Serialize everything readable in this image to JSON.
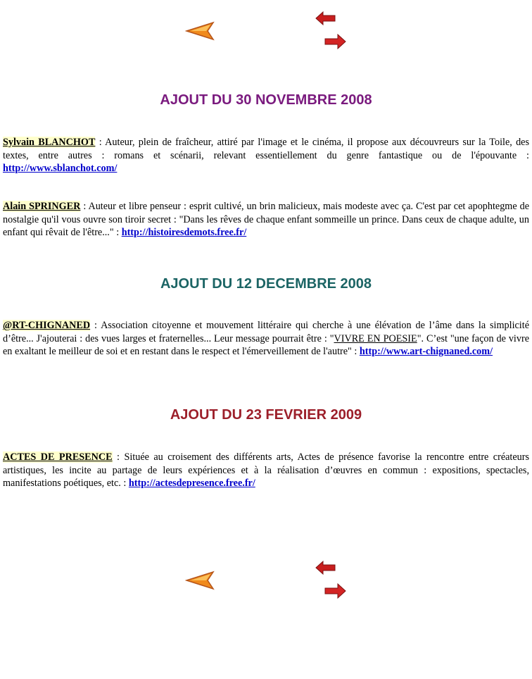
{
  "colors": {
    "heading_1": "#7a1a7e",
    "heading_2": "#1b6464",
    "heading_3": "#9c1f2a",
    "link": "#0000cc",
    "arrow_fill": "#e8741a",
    "arrow_dark": "#c81e1e"
  },
  "nav": {
    "icons": [
      "back-arrow-icon",
      "previous-arrow-icon",
      "next-arrow-icon"
    ]
  },
  "sections": [
    {
      "heading": "AJOUT DU 30 NOVEMBRE 2008",
      "entries": [
        {
          "name": "Sylvain BLANCHOT",
          "text": " : Auteur, plein de fraîcheur, attiré par l'image et le cinéma, il propose aux découvreurs sur la Toile, des textes, entre autres : romans et scénarii, relevant essentiellement du genre fantastique ou de l'épouvante :",
          "link": "http://www.sblanchot.com/"
        },
        {
          "name": "Alain SPRINGER",
          "text": " : Auteur et libre penseur : esprit cultivé, un brin malicieux, mais modeste avec ça. C'est par cet apophtegme de nostalgie qu'il vous ouvre son tiroir secret : \"Dans les rêves de chaque enfant sommeille un prince. Dans ceux de chaque adulte, un enfant qui rêvait de l'être...\" :",
          "link": "http://histoiresdemots.free.fr/"
        }
      ]
    },
    {
      "heading": "AJOUT DU 12 DECEMBRE 2008",
      "entries": [
        {
          "name": "@RT-CHIGNANED",
          "text_before": "  : Association citoyenne et mouvement littéraire qui cherche à une élévation  de l’âme dans la simplicité d’être... J'ajouterai : des vues larges et fraternelles... Leur message pourrait être : \"",
          "quote": "VIVRE EN POESIE",
          "text_after": "\". C’est \"une façon de vivre en exaltant le meilleur de soi et en restant dans le respect et l'émerveillement de l'autre\" :",
          "link": "http://www.art-chignaned.com/"
        }
      ]
    },
    {
      "heading": "AJOUT DU 23 FEVRIER 2009",
      "entries": [
        {
          "name": "ACTES DE PRESENCE",
          "text": "  : Située au croisement des différents arts, Actes de présence favorise la rencontre entre créateurs artistiques, les incite au partage de leurs expériences et à la réalisation d’œuvres en commun : expositions, spectacles, manifestations poétiques, etc. :",
          "link": "http://actesdepresence.free.fr/"
        }
      ]
    }
  ]
}
